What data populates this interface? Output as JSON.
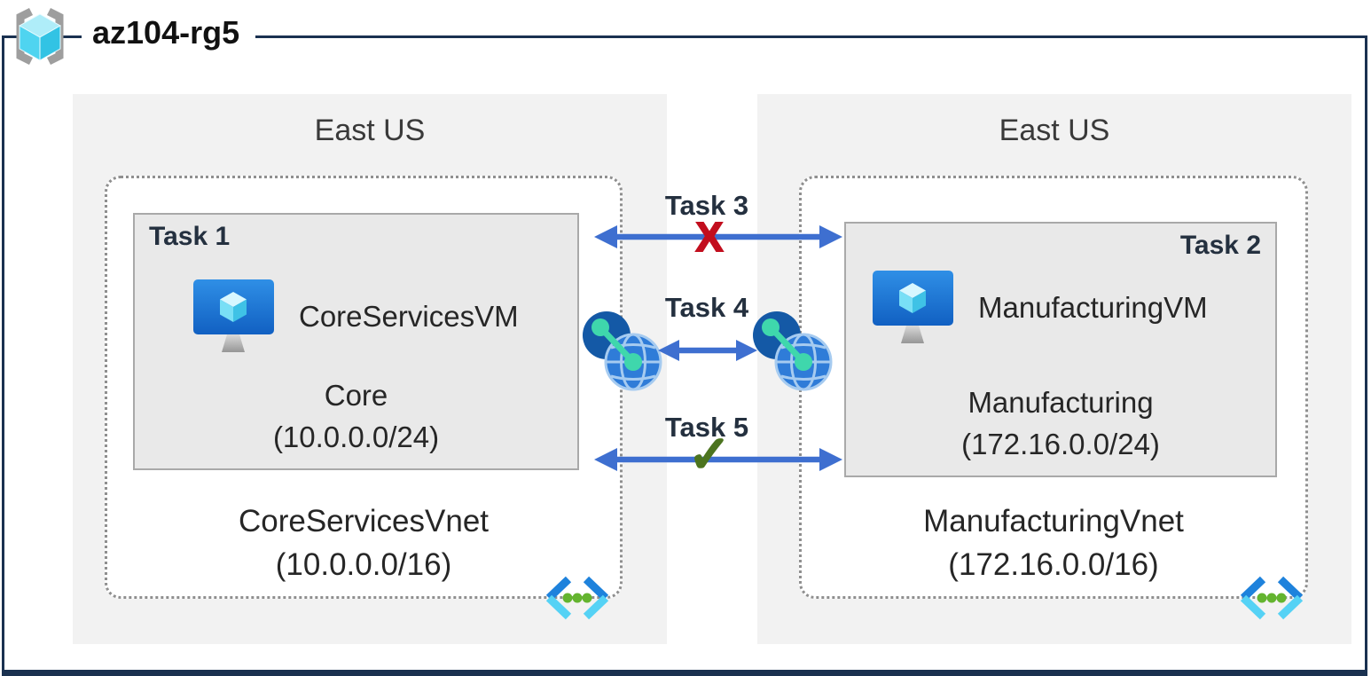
{
  "header": {
    "title": "az104-rg5"
  },
  "regions": [
    {
      "name": "East US",
      "vnet": {
        "label": "CoreServicesVnet",
        "cidr": "(10.0.0.0/16)"
      },
      "subnet": {
        "task_label": "Task 1",
        "vm_name": "CoreServicesVM",
        "name": "Core",
        "cidr": "(10.0.0.0/24)"
      }
    },
    {
      "name": "East US",
      "vnet": {
        "label": "ManufacturingVnet",
        "cidr": "(172.16.0.0/16)"
      },
      "subnet": {
        "task_label": "Task 2",
        "vm_name": "ManufacturingVM",
        "name": "Manufacturing",
        "cidr": "(172.16.0.0/24)"
      }
    }
  ],
  "connections": [
    {
      "label": "Task 3",
      "marker": "X"
    },
    {
      "label": "Task 4",
      "marker": ""
    },
    {
      "label": "Task 5",
      "marker": "✓"
    }
  ],
  "colors": {
    "frame_navy": "#1A3150",
    "region_gray": "#F2F2F2",
    "subnet_gray": "#E9E9E9",
    "arrow_blue": "#3E6FD0",
    "blocked_red": "#C20E1E",
    "allowed_green": "#4C741F"
  }
}
